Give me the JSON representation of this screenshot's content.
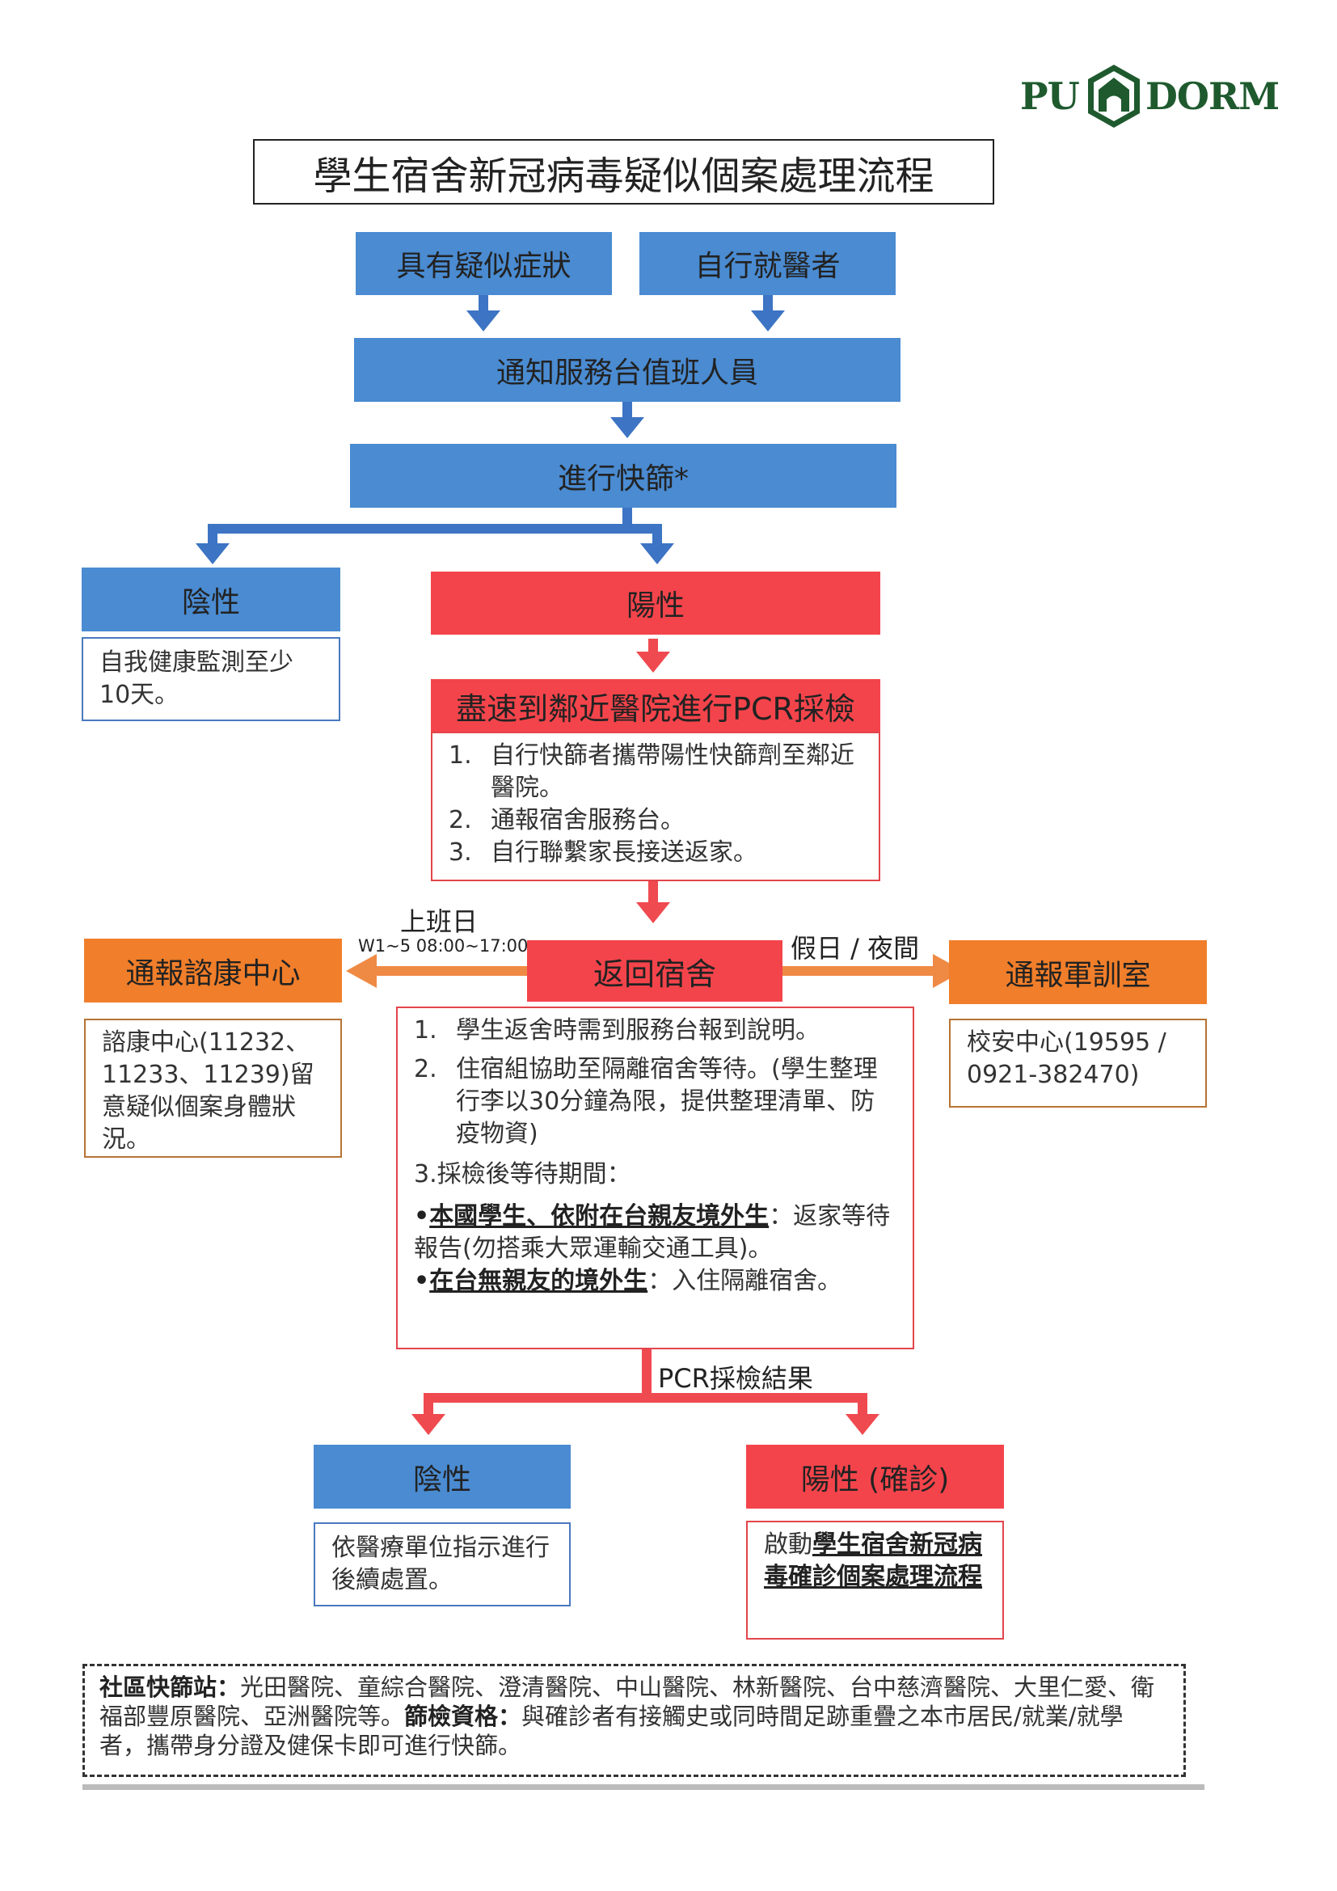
{
  "logo": {
    "left": "PU",
    "right": "DORM"
  },
  "title": "學生宿舍新冠病毒疑似個案處理流程",
  "nodes": {
    "symptoms": "具有疑似症狀",
    "self_clinic": "自行就醫者",
    "notify_desk": "通知服務台值班人員",
    "rapid_test": "進行快篩*",
    "rapid_negative": "陰性",
    "rapid_negative_note": "自我健康監測至少10天。",
    "rapid_positive": "陽性",
    "pcr_title": "盡速到鄰近醫院進行PCR採檢",
    "pcr_steps": [
      {
        "n": "1.",
        "t": "自行快篩者攜帶陽性快篩劑至鄰近醫院。"
      },
      {
        "n": "2.",
        "t": "通報宿舍服務台。"
      },
      {
        "n": "3.",
        "t": "自行聯繫家長接送返家。"
      }
    ],
    "return_dorm": "返回宿舍",
    "health_center": "通報諮康中心",
    "health_center_note": "諮康中心(11232、11233、11239)留意疑似個案身體狀況。",
    "military_office": "通報軍訓室",
    "military_office_note": "校安中心(19595 / 0921-382470)",
    "weekday_label": "上班日",
    "weekday_hours": "W1~5 08:00~17:00",
    "holiday_label": "假日 / 夜間",
    "dorm_steps": [
      {
        "n": "1.",
        "t": "學生返舍時需到服務台報到說明。"
      },
      {
        "n": "2.",
        "t": "住宿組協助至隔離宿舍等待。(學生整理行李以30分鐘為限，提供整理清單、防疫物資)"
      }
    ],
    "dorm_step3": "3.採檢後等待期間：",
    "bullet1_em": "本國學生、依附在台親友境外生",
    "bullet1_rest": "：返家等待報告(勿搭乘大眾運輸交通工具)。",
    "bullet2_em": "在台無親友的境外生",
    "bullet2_rest": "：入住隔離宿舍。",
    "pcr_result_label": "PCR採檢結果",
    "pcr_negative": "陰性",
    "pcr_negative_note": "依醫療單位指示進行後續處置。",
    "pcr_positive": "陽性 (確診)",
    "pcr_positive_prefix": "啟動",
    "pcr_positive_em": "學生宿舍新冠病毒確診個案處理流程"
  },
  "footer": {
    "label1": "社區快篩站：",
    "text1": "光田醫院、童綜合醫院、澄清醫院、中山醫院、林新醫院、台中慈濟醫院、大里仁愛、衛福部豐原醫院、亞洲醫院等。",
    "label2": "篩檢資格：",
    "text2": "與確診者有接觸史或同時間足跡重疊之本市居民/就業/就學者，攜帶身分證及健保卡即可進行快篩。"
  },
  "colors": {
    "blue": "#4a8bd1",
    "red": "#f4444b",
    "orange": "#f07e2a",
    "logo_green": "#1f5a2e"
  }
}
